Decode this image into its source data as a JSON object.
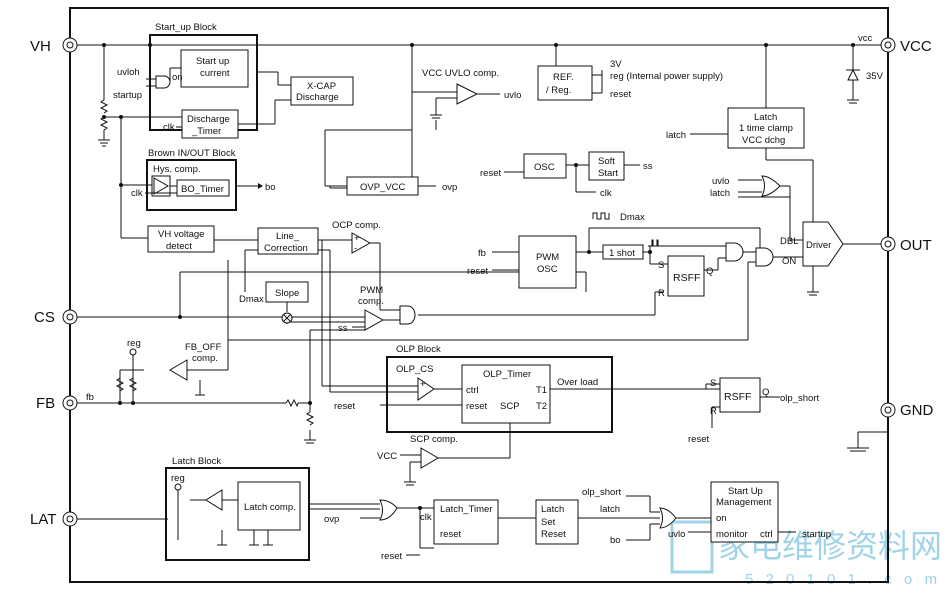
{
  "pins": {
    "vh": "VH",
    "cs": "CS",
    "fb": "FB",
    "lat": "LAT",
    "vcc": "VCC",
    "out": "OUT",
    "gnd": "GND"
  },
  "blocks": {
    "startup_block": "Start_up Block",
    "startup_current": [
      "Start up",
      "current"
    ],
    "xcap": [
      "X-CAP",
      "Discharge"
    ],
    "discharge_timer": [
      "Discharge",
      "_Timer"
    ],
    "brownin_block": "Brown IN/OUT Block",
    "hys_comp": "Hys. comp.",
    "bo_timer": "BO_Timer",
    "vh_voltage": [
      "VH voltage",
      "detect"
    ],
    "line_correction": [
      "Line_",
      "Correction"
    ],
    "slope": "Slope",
    "ocp_comp": "OCP comp.",
    "pwm_comp": [
      "PWM",
      "comp."
    ],
    "fb_off": [
      "FB_OFF",
      "comp."
    ],
    "vcc_uvlo": "VCC UVLO comp.",
    "ref_reg": [
      "REF.",
      "/ Reg."
    ],
    "ovp_vcc": "OVP_VCC",
    "latch_clamp": [
      "Latch",
      "1 time clamp",
      "VCC dchg"
    ],
    "osc": "OSC",
    "soft_start": [
      "Soft",
      "Start"
    ],
    "pwm_osc": [
      "PWM",
      "OSC"
    ],
    "one_shot": "1 shot",
    "rsff": "RSFF",
    "driver": "Driver",
    "olp_block": "OLP Block",
    "olp_cs": "OLP_CS",
    "olp_timer": "OLP_Timer",
    "scp_comp": "SCP comp.",
    "latch_block": "Latch Block",
    "latch_comp": "Latch comp.",
    "latch_timer": "Latch_Timer",
    "latch_set_reset": [
      "Latch",
      "Set",
      "Reset"
    ],
    "startup_mgmt": [
      "Start Up",
      "Management"
    ]
  },
  "signals": {
    "uvloh": "uvloh",
    "on": "on",
    "startup": "startup",
    "clk": "clk",
    "bo": "bo",
    "dmax": "Dmax",
    "ss": "ss",
    "reg": "reg",
    "fb": "fb",
    "uvlo": "uvlo",
    "ovp": "ovp",
    "v3": "3V",
    "reg_internal": "reg (Internal power supply)",
    "reset": "reset",
    "vcc_lower": "vcc",
    "v35": "35V",
    "latch": "latch",
    "dbl": "DBL",
    "on_upper": "ON",
    "s": "S",
    "r": "R",
    "q": "Q",
    "ctrl": "ctrl",
    "scp": "SCP",
    "t1": "T1",
    "t2": "T2",
    "over_load": "Over load",
    "olp_short": "olp_short",
    "vcc_in": "VCC",
    "monitor": "monitor",
    "startup_out": "startup",
    "dmax_label": "Dmax",
    "plus": "+",
    "minus": "-"
  },
  "watermark": {
    "text": "家电维修资料网",
    "url": "5 2 0 1 0 1 . c o m"
  }
}
